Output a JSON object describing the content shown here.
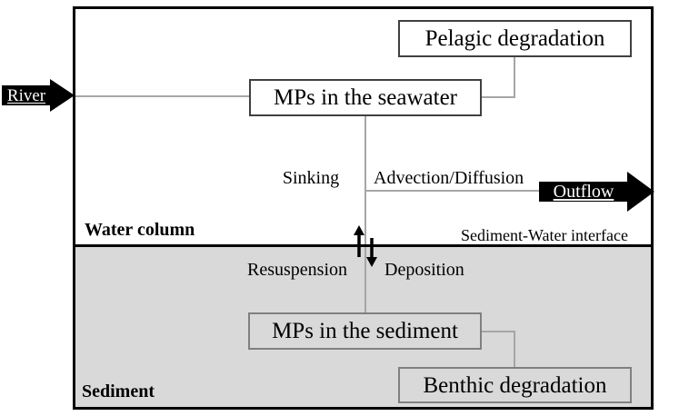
{
  "boxes": {
    "pelagic_degradation": "Pelagic degradation",
    "mps_seawater": "MPs in the seawater",
    "mps_sediment": "MPs in the sediment",
    "benthic_degradation": "Benthic degradation"
  },
  "flows": {
    "river": "River",
    "outflow": "Outflow",
    "sinking": "Sinking",
    "advection_diffusion": "Advection/Diffusion",
    "resuspension": "Resuspension",
    "deposition": "Deposition"
  },
  "regions": {
    "water_column": "Water column",
    "sediment": "Sediment",
    "interface": "Sediment-Water interface"
  },
  "colors": {
    "sediment_fill": "#d9d9d9",
    "connector_gray": "#a6a6a6",
    "white_box_border": "#404040",
    "gray_box_border": "#808080",
    "flow_arrow_fill": "#000000",
    "flow_arrow_text": "#ffffff",
    "boundary": "#000000"
  }
}
